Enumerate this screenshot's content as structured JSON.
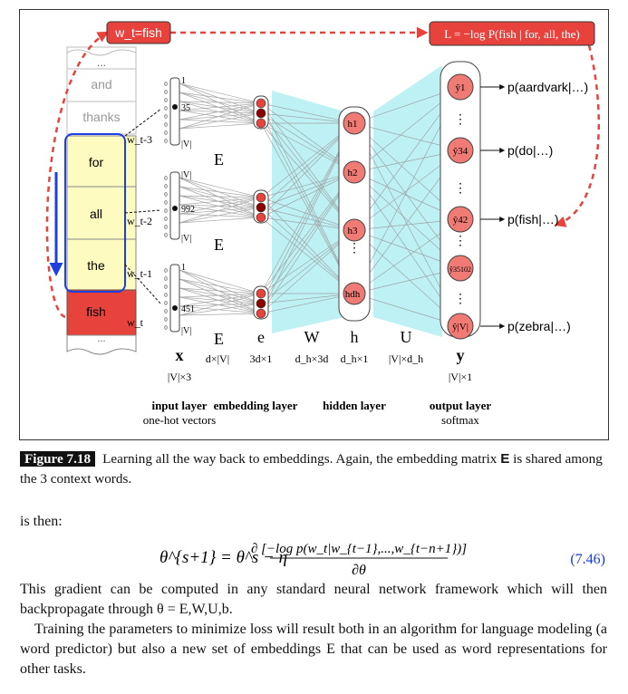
{
  "figure": {
    "window_words": [
      "...",
      "and",
      "thanks",
      "for",
      "all",
      "the",
      "fish",
      "..."
    ],
    "context_labels": [
      "w_t-3",
      "w_t-2",
      "w_t-1",
      "w_t"
    ],
    "target_box": "w_t=fish",
    "loss_box": "L = −log P(fish | for, all, the)",
    "onehot_indices": [
      "35",
      "992",
      "451"
    ],
    "onehot_top": [
      "1",
      "|V|",
      "1"
    ],
    "onehot_bottom": [
      "|V|",
      "|V|",
      "|V|"
    ],
    "matrix_E": "E",
    "layer_letters": {
      "x": "x",
      "e": "e",
      "W": "W",
      "h": "h",
      "U": "U",
      "y": "y"
    },
    "dims": {
      "x": "|V|×3",
      "E": "d×|V|",
      "e": "3d×1",
      "W": "d_h×3d",
      "h": "d_h×1",
      "U": "|V|×d_h",
      "y": "|V|×1"
    },
    "hidden_units": [
      "h1",
      "h2",
      "h3",
      "hdh"
    ],
    "output_units": [
      "ŷ1",
      "ŷ34",
      "ŷ42",
      "ŷ35102",
      "ŷ|V|"
    ],
    "output_probs": [
      "p(aardvark|…)",
      "p(do|…)",
      "p(fish|…)",
      "p(zebra|…)"
    ],
    "layer_names": [
      {
        "title": "input layer",
        "sub": "one-hot vectors"
      },
      {
        "title": "embedding layer",
        "sub": ""
      },
      {
        "title": "hidden layer",
        "sub": ""
      },
      {
        "title": "output layer",
        "sub": "softmax"
      }
    ],
    "colors": {
      "red": "#e8423c",
      "pink": "#f59a96",
      "yellow": "#fdfbc0",
      "cyan": "#a8ecf0",
      "blue": "#1d3fe0",
      "darkred": "#8b0000"
    }
  },
  "caption": {
    "label": "Figure 7.18",
    "text_before": "Learning all the way back to embeddings. Again, the embedding matrix ",
    "bold": "E",
    "text_after": " is shared among the 3 context words."
  },
  "is_then": "is then:",
  "equation": {
    "lhs": "θ^{s+1} = θ^s − η",
    "numerator": "∂ [−log p(w_t|w_{t−1},...,w_{t−n+1})]",
    "denominator": "∂θ",
    "number": "(7.46)"
  },
  "para1": {
    "text": "This gradient can be computed in any standard neural network framework which will then backpropagate through θ = E,W,U,b."
  },
  "para2": {
    "text": "Training the parameters to minimize loss will result both in an algorithm for language modeling (a word predictor) but also a new set of embeddings E that can be used as word representations for other tasks."
  }
}
